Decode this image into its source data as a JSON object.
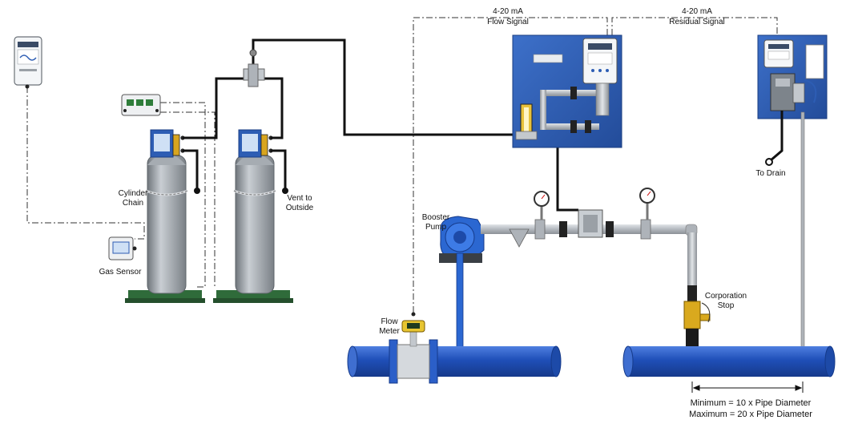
{
  "labels": {
    "flow_signal_l1": "4-20 mA",
    "flow_signal_l2": "Flow Signal",
    "residual_signal_l1": "4-20 mA",
    "residual_signal_l2": "Residual Signal",
    "cylinder_chain_l1": "Cylinder",
    "cylinder_chain_l2": "Chain",
    "gas_sensor": "Gas Sensor",
    "vent_l1": "Vent to",
    "vent_l2": "Outside",
    "booster_l1": "Booster",
    "booster_l2": "Pump",
    "flow_meter_l1": "Flow",
    "flow_meter_l2": "Meter",
    "corp_stop_l1": "Corporation",
    "corp_stop_l2": "Stop",
    "to_drain": "To Drain",
    "min_dist": "Minimum = 10 x Pipe Diameter",
    "max_dist": "Maximum = 20 x Pipe Diameter"
  },
  "colors": {
    "pipe_blue": "#1f4fb8",
    "panel_blue": "#2d5db4",
    "cylinder_gray": "#9aa0a6",
    "base_green": "#2f6b3a",
    "pvc_gray": "#b9bec4"
  }
}
